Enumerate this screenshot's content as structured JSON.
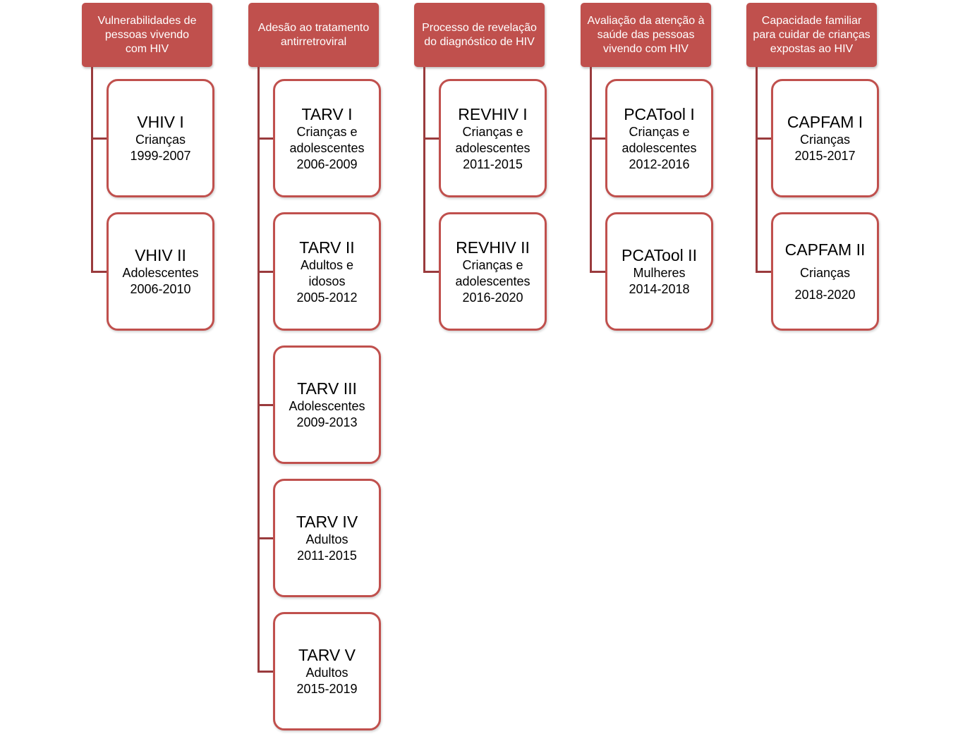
{
  "colors": {
    "header_fill": "#c0504d",
    "header_text": "#ffffff",
    "card_border": "#c0504d",
    "connector": "#9a3b3d"
  },
  "columns": [
    {
      "header": "Vulnerabilidades de\npessoas vivendo\ncom HIV",
      "cards": [
        {
          "title": "VHIV I",
          "lines": [
            "Crianças",
            "1999-2007"
          ]
        },
        {
          "title": "VHIV II",
          "lines": [
            "Adolescentes",
            "2006-2010"
          ]
        }
      ]
    },
    {
      "header": "Adesão ao tratamento\nantirretroviral",
      "cards": [
        {
          "title": "TARV I",
          "lines": [
            "Crianças e\nadolescentes",
            "2006-2009"
          ]
        },
        {
          "title": "TARV II",
          "lines": [
            "Adultos e\nidosos",
            "2005-2012"
          ]
        },
        {
          "title": "TARV III",
          "lines": [
            "Adolescentes",
            "2009-2013"
          ]
        },
        {
          "title": "TARV IV",
          "lines": [
            "Adultos",
            "2011-2015"
          ]
        },
        {
          "title": "TARV V",
          "lines": [
            "Adultos",
            "2015-2019"
          ]
        }
      ]
    },
    {
      "header": "Processo de revelação\ndo diagnóstico de HIV",
      "cards": [
        {
          "title": "REVHIV I",
          "lines": [
            "Crianças e\nadolescentes",
            "2011-2015"
          ]
        },
        {
          "title": "REVHIV II",
          "lines": [
            "Crianças e\nadolescentes",
            "2016-2020"
          ]
        }
      ]
    },
    {
      "header": "Avaliação da atenção à\nsaúde das  pessoas\nvivendo com HIV",
      "cards": [
        {
          "title": "PCATool I",
          "lines": [
            "Crianças e\nadolescentes",
            "2012-2016"
          ]
        },
        {
          "title": "PCATool II",
          "lines": [
            "Mulheres",
            "2014-2018"
          ]
        }
      ]
    },
    {
      "header": "Capacidade familiar\npara cuidar de crianças\nexpostas ao HIV",
      "cards": [
        {
          "title": "CAPFAM I",
          "lines": [
            "Crianças",
            "2015-2017"
          ]
        },
        {
          "title": "CAPFAM II",
          "lines": [
            "Crianças",
            "2018-2020"
          ]
        }
      ]
    }
  ]
}
